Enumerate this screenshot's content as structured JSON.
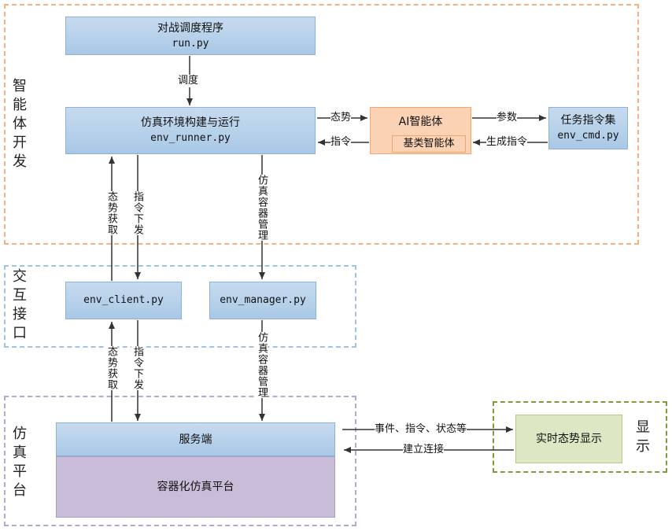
{
  "regions": {
    "agent_dev": "智能体开发",
    "interface": "交互接口",
    "platform": "仿真平台",
    "display": "显示"
  },
  "boxes": {
    "scheduler": {
      "title": "对战调度程序",
      "file": "run.py"
    },
    "runner": {
      "title": "仿真环境构建与运行",
      "file": "env_runner.py"
    },
    "ai_agent": {
      "title": "AI智能体",
      "sub": "基类智能体"
    },
    "task_cmd": {
      "title": "任务指令集",
      "file": "env_cmd.py"
    },
    "client": {
      "file": "env_client.py"
    },
    "manager": {
      "file": "env_manager.py"
    },
    "server": {
      "title": "服务端"
    },
    "container_platform": {
      "title": "容器化仿真平台"
    },
    "realtime_display": {
      "title": "实时态势显示"
    }
  },
  "edges": {
    "schedule": "调度",
    "situation": "态势",
    "command": "指令",
    "params": "参数",
    "gen_cmd": "生成指令",
    "get_state_top": "态势获取",
    "send_cmd_top": "指令下发",
    "container_mgmt_top": "仿真容器管理",
    "get_state_bottom": "态势获取",
    "send_cmd_bottom": "指令下发",
    "container_mgmt_bottom": "仿真容器管理",
    "events": "事件、指令、状态等",
    "connect": "建立连接"
  },
  "colors": {
    "agent_dev_border": "#f4b183",
    "interface_border": "#9dc3e6",
    "platform_border": "#b4a7d6",
    "display_border": "#7f9a3a",
    "arrow": "#333333"
  }
}
